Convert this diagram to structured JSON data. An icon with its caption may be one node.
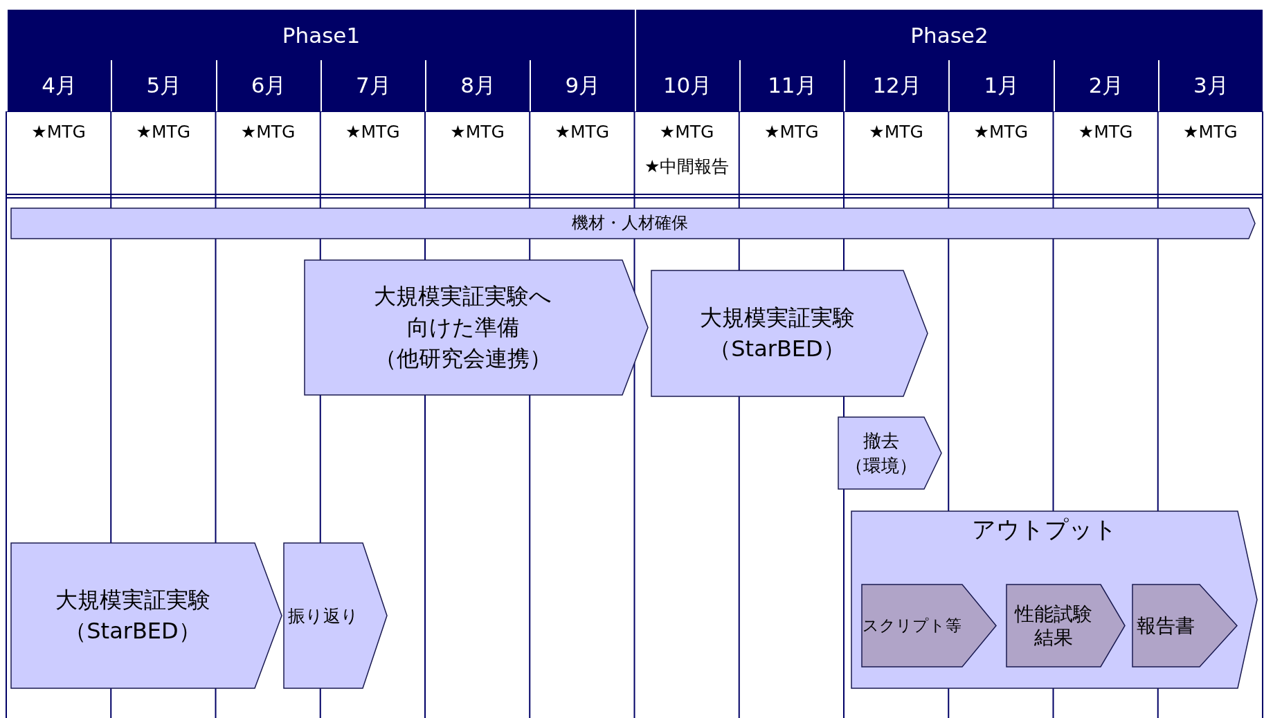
{
  "diagram": {
    "nodes": [
      {
        "text": [
          "Phase1"
        ]
      },
      {
        "text": [
          "Phase2"
        ]
      },
      {
        "text": [
          "4月"
        ]
      },
      {
        "text": [
          "5月"
        ]
      },
      {
        "text": [
          "6月"
        ]
      },
      {
        "text": [
          "7月"
        ]
      },
      {
        "text": [
          "8月"
        ]
      },
      {
        "text": [
          "9月"
        ]
      },
      {
        "text": [
          "10月"
        ]
      },
      {
        "text": [
          "11月"
        ]
      },
      {
        "text": [
          "12月"
        ]
      },
      {
        "text": [
          "1月"
        ]
      },
      {
        "text": [
          "2月"
        ]
      },
      {
        "text": [
          "3月"
        ]
      },
      {
        "text": [
          "機材・人材確保"
        ]
      },
      {
        "text": [
          "大規模実証実験へ向けた準備",
          "（他研究会連携）"
        ]
      },
      {
        "text": [
          "大規模実証実験",
          "（StarBED）"
        ]
      },
      {
        "text": [
          "撤去",
          "（環境）"
        ]
      },
      {
        "text": [
          "アウトプット"
        ]
      },
      {
        "text": [
          "スクリプト等"
        ],
        "in": 18
      },
      {
        "text": [
          "性能試験結果"
        ],
        "in": 18
      },
      {
        "text": [
          "報告書"
        ],
        "in": 18
      },
      {
        "text": [
          "大規模実証実験",
          "（StarBED）"
        ]
      },
      {
        "text": [
          "振り返り"
        ]
      }
    ],
    "labels": [
      "★MTG",
      "★MTG",
      "★MTG",
      "★MTG",
      "★MTG",
      "★MTG",
      "★MTG",
      "★中間報告",
      "★MTG",
      "★MTG",
      "★MTG",
      "★MTG",
      "★MTG"
    ]
  }
}
